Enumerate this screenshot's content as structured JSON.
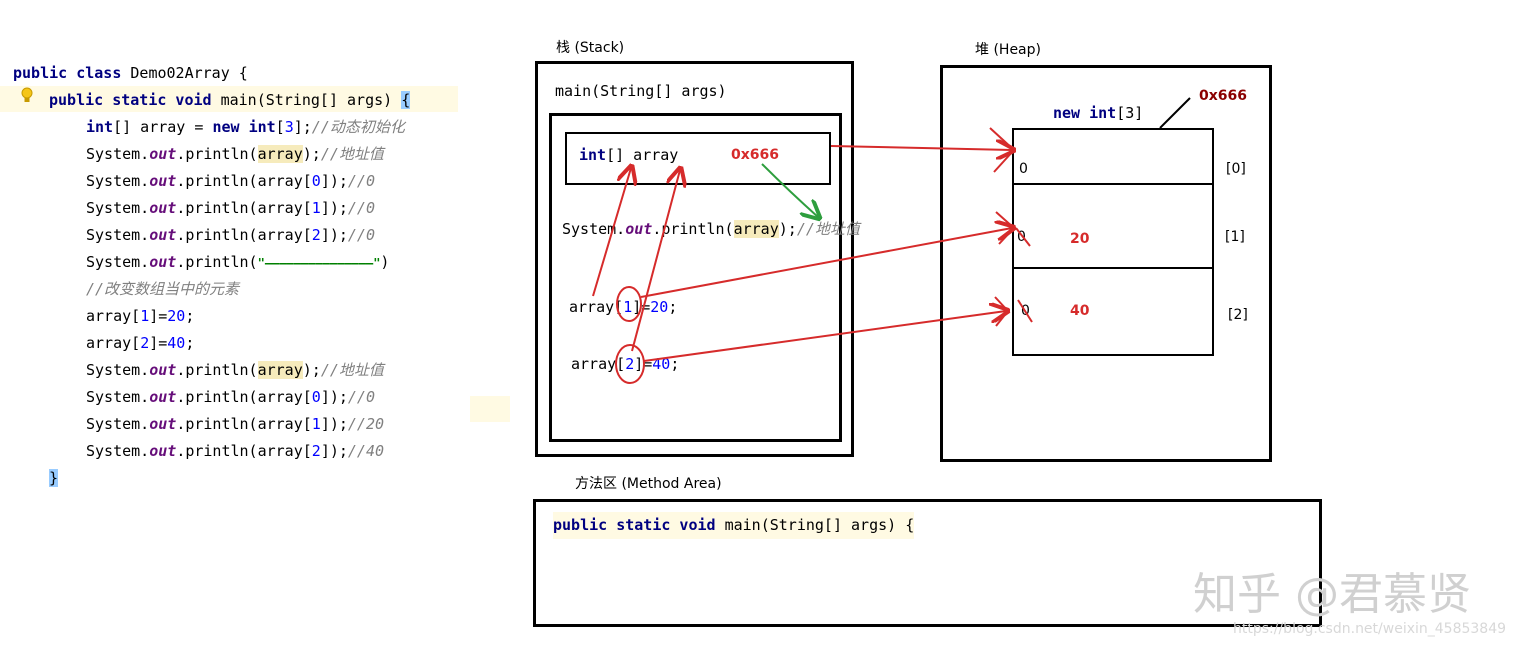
{
  "code": {
    "line1": {
      "kw": "public class ",
      "rest": "Demo02Array {"
    },
    "line2": {
      "kw": "public static void ",
      "name": "main(String[] args) ",
      "brace": "{"
    },
    "line3": {
      "kw1": "int",
      "a": "[] array = ",
      "kw2": "new ",
      "kw3": "int",
      "b": "[",
      "n": "3",
      "c": "];",
      "cm": "//动态初始化"
    },
    "line4": {
      "a": "System.",
      "f": "out",
      "b": ".println(",
      "h": "array",
      "c": ");",
      "cm": "//地址值"
    },
    "line5": {
      "a": "System.",
      "f": "out",
      "b": ".println(array[",
      "n": "0",
      "c": "]);",
      "cm": "//0"
    },
    "line6": {
      "a": "System.",
      "f": "out",
      "b": ".println(array[",
      "n": "1",
      "c": "]);",
      "cm": "//0"
    },
    "line7": {
      "a": "System.",
      "f": "out",
      "b": ".println(array[",
      "n": "2",
      "c": "]);",
      "cm": "//0"
    },
    "line8": {
      "a": "System.",
      "f": "out",
      "b": ".println(",
      "s": "\"———————————————\"",
      "c": ")"
    },
    "line9": {
      "cm": "//改变数组当中的元素"
    },
    "line10": {
      "a": "array[",
      "n1": "1",
      "b": "]=",
      "n2": "20",
      "c": ";"
    },
    "line11": {
      "a": "array[",
      "n1": "2",
      "b": "]=",
      "n2": "40",
      "c": ";"
    },
    "line12": {
      "a": "System.",
      "f": "out",
      "b": ".println(",
      "h": "array",
      "c": ");",
      "cm": "//地址值"
    },
    "line13": {
      "a": "System.",
      "f": "out",
      "b": ".println(array[",
      "n": "0",
      "c": "]);",
      "cm": "//0"
    },
    "line14": {
      "a": "System.",
      "f": "out",
      "b": ".println(array[",
      "n": "1",
      "c": "]);",
      "cm": "//20"
    },
    "line15": {
      "a": "System.",
      "f": "out",
      "b": ".println(array[",
      "n": "2",
      "c": "]);",
      "cm": "//40"
    },
    "line16": {
      "brace": "}"
    }
  },
  "stack": {
    "title": "栈 (Stack)",
    "frame": "main(String[] args)",
    "var": {
      "kw": "int",
      "rest": "[] array"
    },
    "addr": "0x666",
    "println": {
      "a": "System.",
      "f": "out",
      "b": ".println(",
      "h": "array",
      "c": ");",
      "cm": "//地址值"
    },
    "assign1": {
      "a": "array[",
      "i": "1",
      "b": "]=",
      "v": "20",
      "c": ";"
    },
    "assign2": {
      "a": "array[",
      "i": "2",
      "b": "]=",
      "v": "40",
      "c": ";"
    }
  },
  "heap": {
    "title": "堆 (Heap)",
    "new_kw": "new ",
    "new_kw2": "int",
    "new_rest": "[3]",
    "addr": "0x666",
    "cells": [
      {
        "old": "0",
        "value": "",
        "index": "[0]"
      },
      {
        "old": "0",
        "value": "20",
        "index": "[1]"
      },
      {
        "old": "0",
        "value": "40",
        "index": "[2]"
      }
    ]
  },
  "method_area": {
    "title": "方法区 (Method Area)",
    "kw": "public static void ",
    "rest": "main(String[] args) {"
  },
  "watermark": {
    "main": "知乎 @君慕贤",
    "url": "https://blog.csdn.net/weixin_45853849"
  },
  "colors": {
    "annotation": "#d62b2b",
    "pointer": "#2e9e3e",
    "address": "#8b0000"
  }
}
